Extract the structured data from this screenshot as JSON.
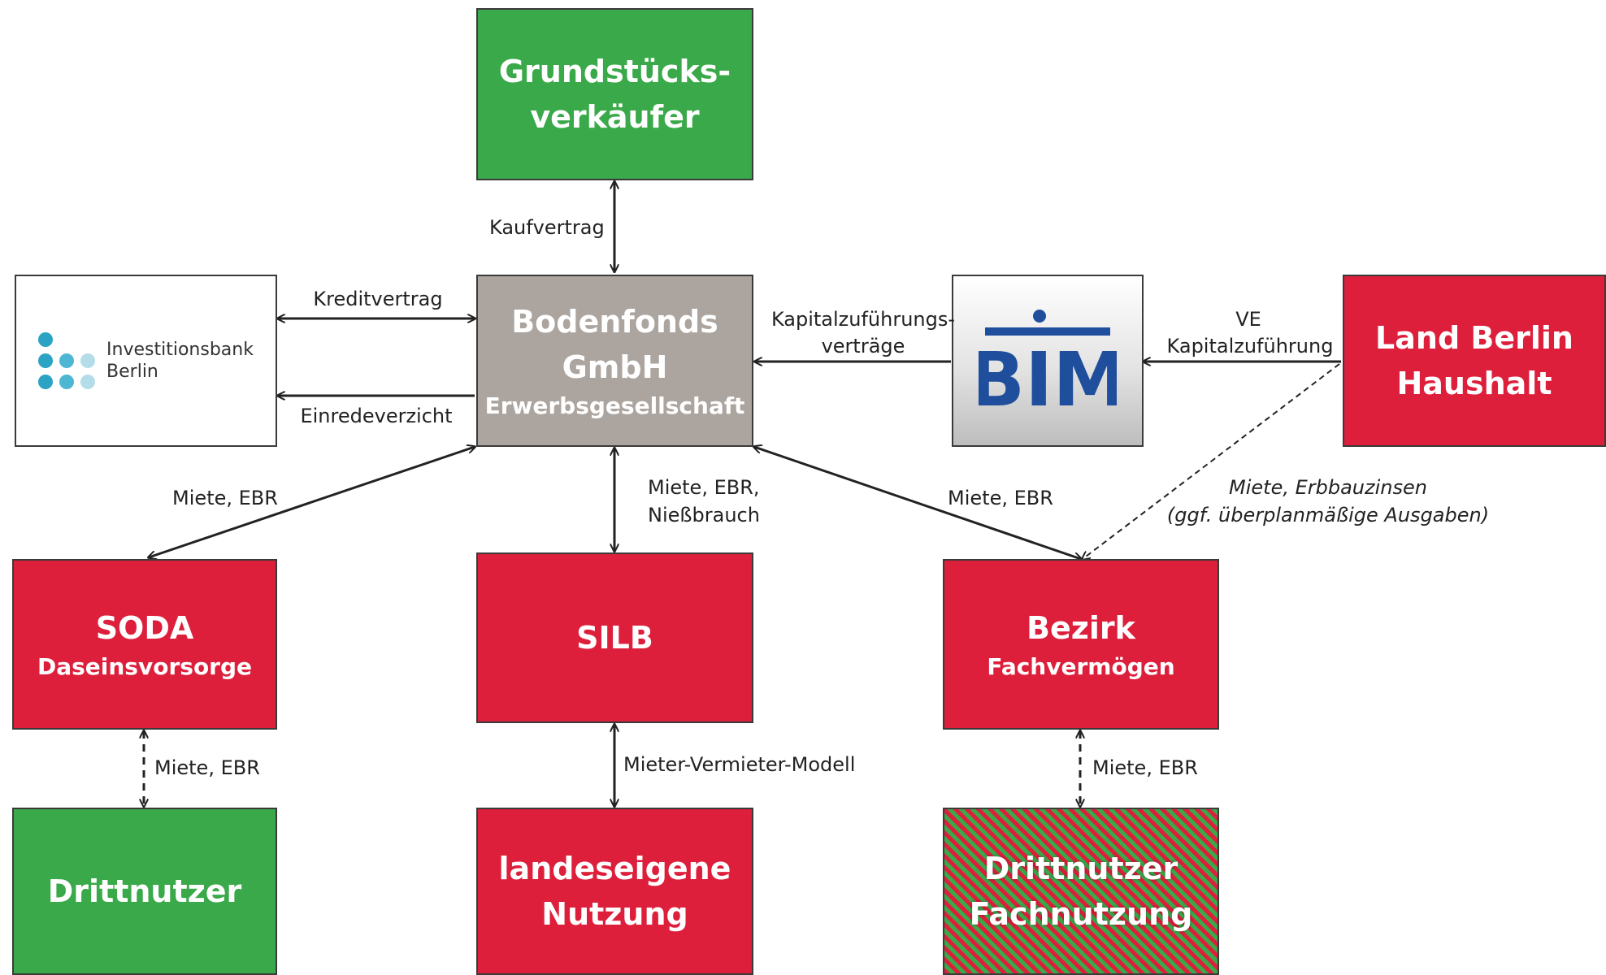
{
  "boxes": {
    "seller": {
      "line1": "Grundstücks-",
      "line2": "verkäufer"
    },
    "ibb": {
      "line1": "Investitionsbank",
      "line2": "Berlin"
    },
    "bodenfonds": {
      "line1": "Bodenfonds",
      "line2": "GmbH",
      "line3": "Erwerbsgesellschaft"
    },
    "bim": {
      "logo_text": "BIM"
    },
    "land_berlin": {
      "line1": "Land Berlin",
      "line2": "Haushalt"
    },
    "soda": {
      "line1": "SODA",
      "line2": "Daseinsvorsorge"
    },
    "silb": {
      "line1": "SILB"
    },
    "bezirk": {
      "line1": "Bezirk",
      "line2": "Fachvermögen"
    },
    "drittnutzer": {
      "line1": "Drittnutzer"
    },
    "landeseigene": {
      "line1": "landeseigene",
      "line2": "Nutzung"
    },
    "drittnutzer_fach": {
      "line1": "Drittnutzer",
      "line2": "Fachnutzung"
    }
  },
  "labels": {
    "kaufvertrag": "Kaufvertrag",
    "kreditvertrag": "Kreditvertrag",
    "einredeverzicht": "Einredeverzicht",
    "kapital_line1": "Kapitalzuführungs-",
    "kapital_line2": "verträge",
    "ve": "VE",
    "ve_kapital": "Kapitalzuführung",
    "miete_ebr_left": "Miete, EBR",
    "miete_ebr_niess_line1": "Miete, EBR,",
    "miete_ebr_niess_line2": "Nießbrauch",
    "miete_ebr_right": "Miete, EBR",
    "erbbau_line1": "Miete, Erbbauzinsen",
    "erbbau_line2": "(ggf. überplanmäßige Ausgaben)",
    "miete_ebr_soda": "Miete, EBR",
    "mieter_vermieter": "Mieter-Vermieter-Modell",
    "miete_ebr_bezirk": "Miete, EBR"
  },
  "colors": {
    "green": "#3aa94a",
    "red": "#dd1f3c",
    "grey": "#aca59f",
    "ibb_dark": "#2aa3c4",
    "ibb_light": "#b5dde9",
    "bim_blue": "#1f4e9c"
  }
}
